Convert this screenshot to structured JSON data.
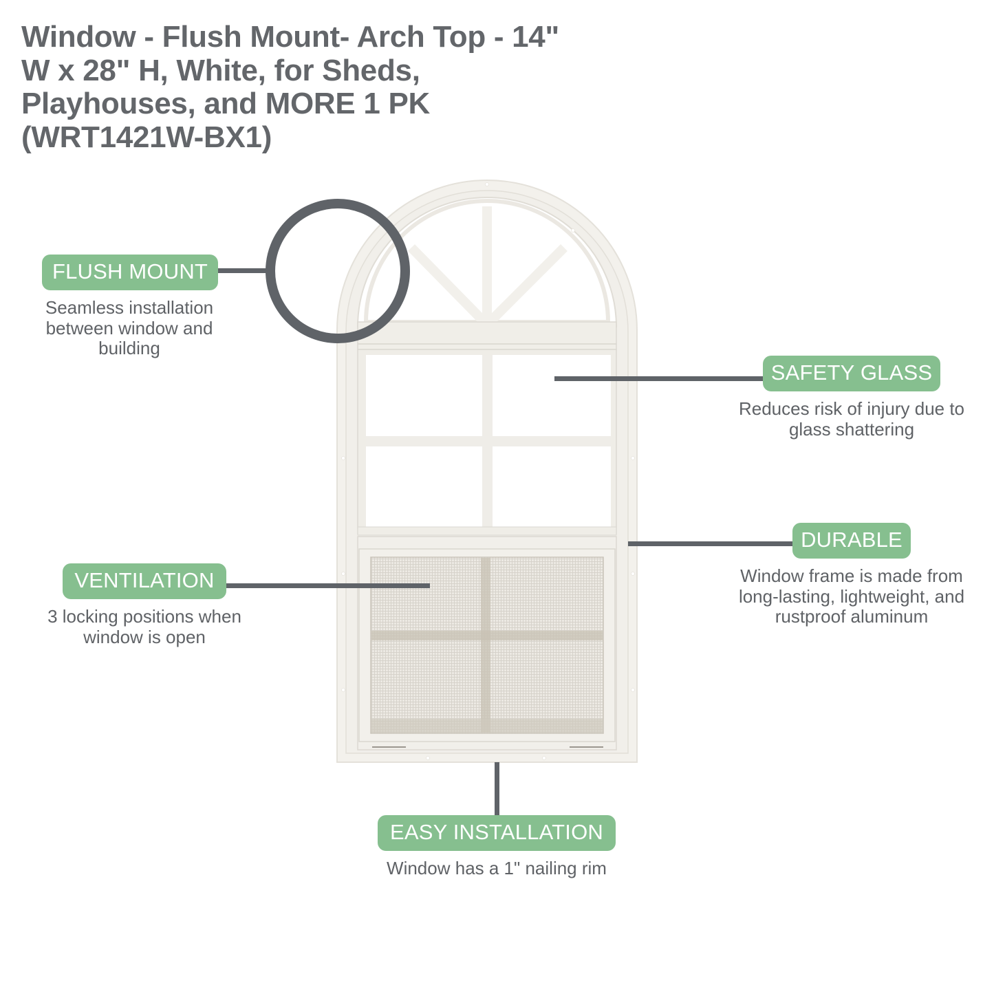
{
  "title": {
    "lines": [
      "Window - Flush Mount- Arch Top - 14\"",
      "W x 28\" H, White, for Sheds,",
      "Playhouses, and MORE 1 PK",
      "(WRT1421W-BX1)"
    ]
  },
  "colors": {
    "title_text": "#63666a",
    "pill_bg": "#86bf8f",
    "pill_text": "#ffffff",
    "body_text": "#5f6266",
    "connector": "#5f6368",
    "frame": "#f1efe9",
    "screen": "#e3dfd8"
  },
  "features": {
    "flush_mount": {
      "label": "FLUSH MOUNT",
      "desc": [
        "Seamless installation",
        "between window and",
        "building"
      ]
    },
    "safety_glass": {
      "label": "SAFETY GLASS",
      "desc": [
        "Reduces risk of injury due to",
        "glass shattering"
      ]
    },
    "durable": {
      "label": "DURABLE",
      "desc": [
        "Window frame is made from",
        "long-lasting, lightweight, and",
        "rustproof  aluminum"
      ]
    },
    "ventilation": {
      "label": "VENTILATION",
      "desc": [
        "3 locking positions when",
        "window is open"
      ]
    },
    "easy_installation": {
      "label": "EASY INSTALLATION",
      "desc": [
        "Window has a 1\" nailing rim"
      ]
    }
  },
  "product_image": {
    "subject": "arch-top-window",
    "highlight": "magnify-circle-on-flush-mount-rim"
  }
}
